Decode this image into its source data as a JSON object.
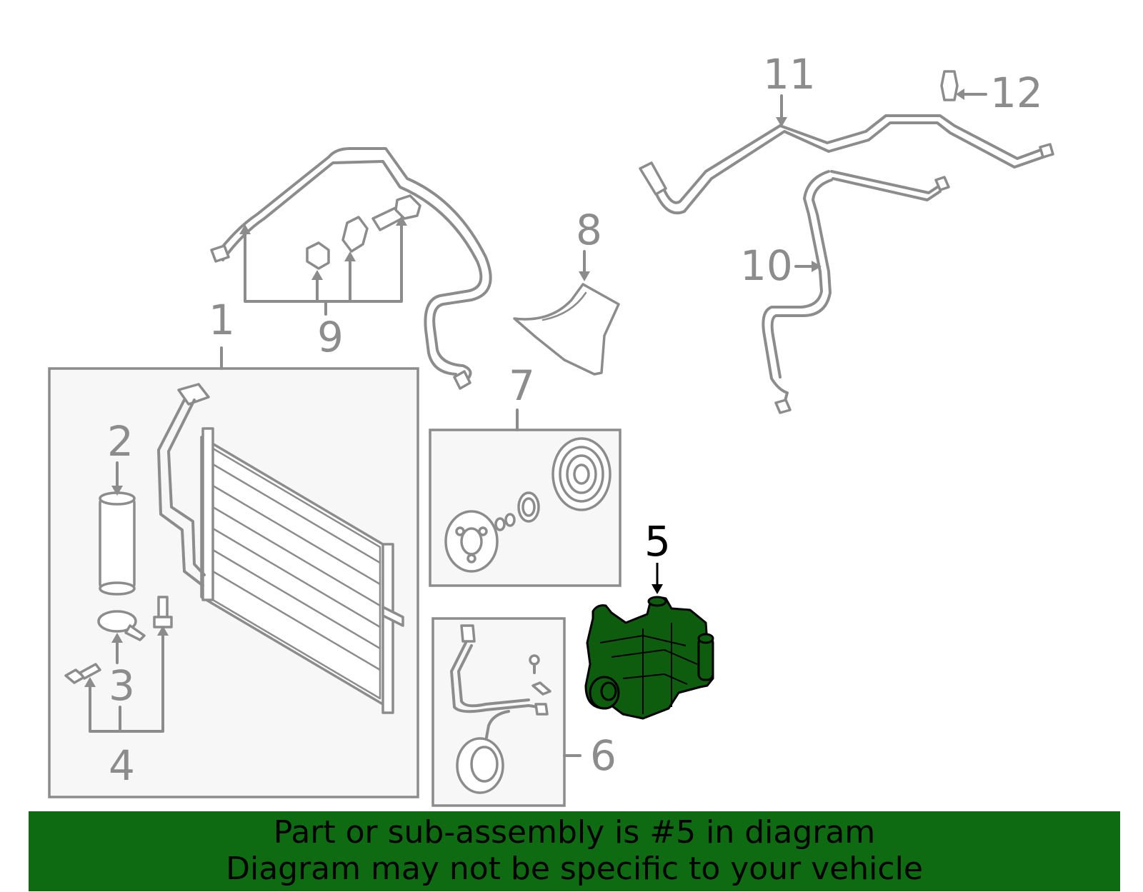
{
  "diagram": {
    "callouts": {
      "c1": "1",
      "c2": "2",
      "c3": "3",
      "c4": "4",
      "c5": "5",
      "c6": "6",
      "c7": "7",
      "c8": "8",
      "c9": "9",
      "c10": "10",
      "c11": "11",
      "c12": "12"
    },
    "highlighted_part": "5",
    "colors": {
      "highlight": "#0e5c0e",
      "line": "#8c8c8c",
      "banner": "#0e6b12"
    }
  },
  "footer": {
    "line1": "Part or sub-assembly is #5 in diagram",
    "line2": "Diagram may not be specific to your vehicle"
  }
}
